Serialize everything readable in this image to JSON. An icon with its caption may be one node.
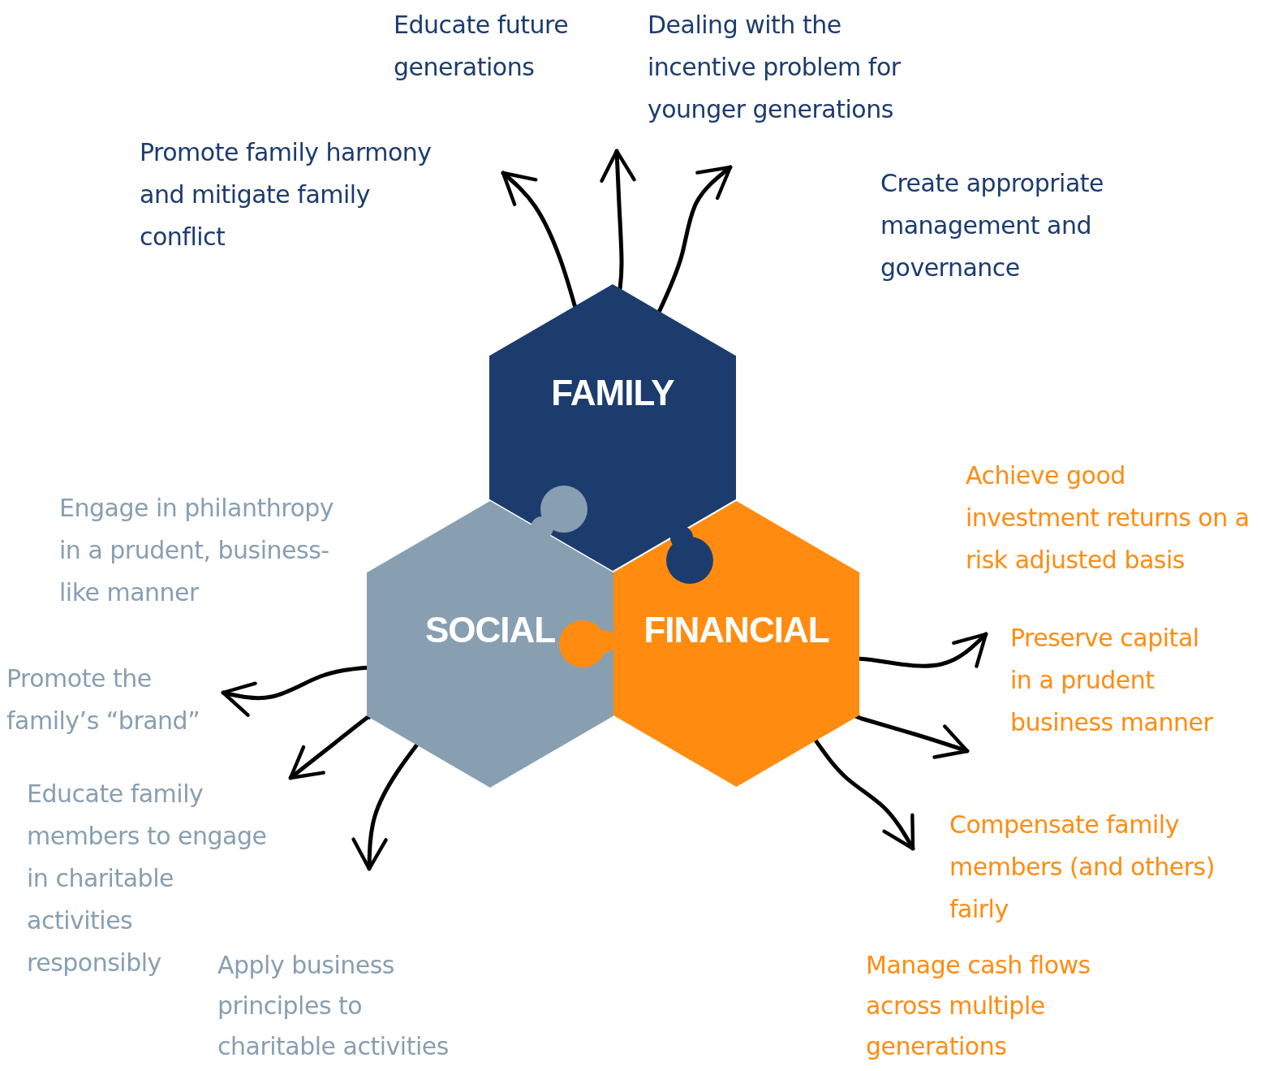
{
  "diagram": {
    "nodes": [
      {
        "text": [
          "FAMILY"
        ]
      },
      {
        "text": [
          "SOCIAL"
        ]
      },
      {
        "text": [
          "FINANCIAL"
        ]
      }
    ],
    "edges": [
      {
        "from": 0,
        "to": null,
        "arrow": "to"
      },
      {
        "from": 0,
        "to": null,
        "arrow": "to"
      },
      {
        "from": 0,
        "to": null,
        "arrow": "to"
      },
      {
        "from": 2,
        "to": null,
        "arrow": "to"
      },
      {
        "from": 2,
        "to": null,
        "arrow": "to"
      },
      {
        "from": 2,
        "to": null,
        "arrow": "to"
      },
      {
        "from": 1,
        "to": null,
        "arrow": "to"
      },
      {
        "from": 1,
        "to": null,
        "arrow": "to"
      },
      {
        "from": 1,
        "to": null,
        "arrow": "to"
      }
    ],
    "labels": [
      "Educate future generations",
      "Dealing with the incentive problem for younger generations",
      "Promote family harmony and mitigate family conflict",
      "Create appropriate management and governance",
      "Engage in philanthropy in a prudent, business-like manner",
      "Achieve good investment returns on a risk adjusted basis",
      "Preserve capital in a prudent business manner",
      "Promote the family’s “brand”",
      "Educate family members to engage in charitable activities responsibly",
      "Compensate family members (and others) fairly",
      "Apply business principles to charitable activities",
      "Manage cash flows across multiple generations"
    ]
  }
}
